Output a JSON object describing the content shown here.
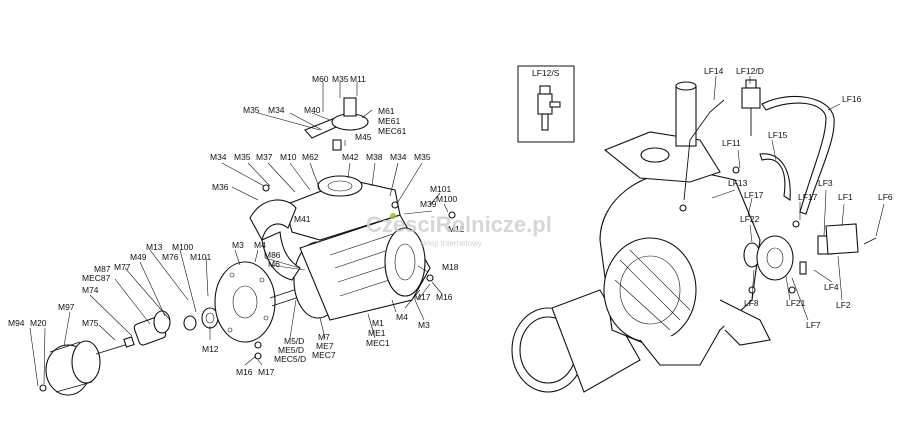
{
  "watermark": {
    "brand": "CzesciRolnicze.pl",
    "tagline": "sklep internetowy"
  },
  "inset": {
    "title": "LF12/S"
  },
  "labels": {
    "left": [
      "M60",
      "M35",
      "M11",
      "M61",
      "ME61",
      "MEC61",
      "M40",
      "M35",
      "M34",
      "M45",
      "M34",
      "M35",
      "M37",
      "M10",
      "M62",
      "M42",
      "M38",
      "M34",
      "M35",
      "M36",
      "M101",
      "M100",
      "M39",
      "M41",
      "M12",
      "M13",
      "M100",
      "M3",
      "M4",
      "M49",
      "M76",
      "M101",
      "M86",
      "M6",
      "M18",
      "M87",
      "M77",
      "MEC87",
      "M74",
      "M17",
      "M16",
      "M97",
      "M75",
      "M4",
      "M3",
      "M94",
      "M20",
      "M12",
      "M5/D",
      "ME5/D",
      "MEC5/D",
      "M7",
      "ME7",
      "MEC7",
      "M1",
      "ME1",
      "MEC1",
      "M16",
      "M17"
    ],
    "right": [
      "LF14",
      "LF12/D",
      "LF16",
      "LF15",
      "LF11",
      "LF13",
      "LF3",
      "LF1",
      "LF6",
      "LF17",
      "LF17",
      "LF22",
      "LF8",
      "LF21",
      "LF7",
      "LF4",
      "LF2"
    ]
  }
}
